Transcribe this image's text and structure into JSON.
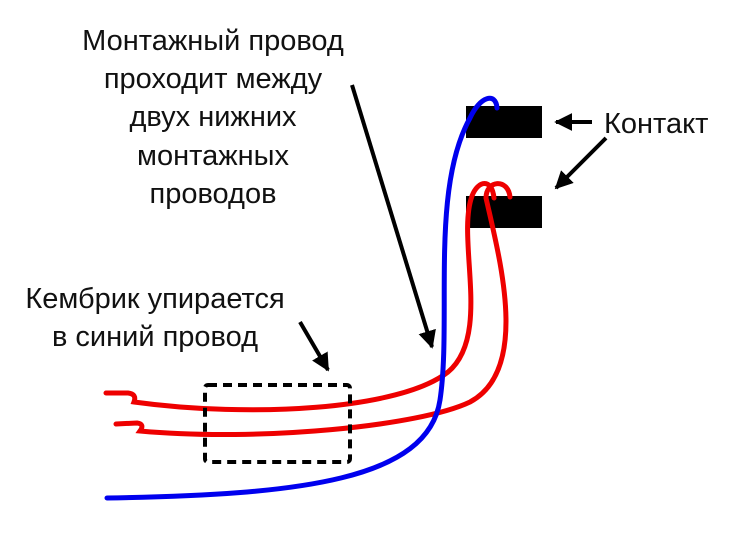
{
  "labels": {
    "wire_note": [
      "Монтажный провод",
      "проходит между",
      "двух нижних",
      "монтажных",
      "проводов"
    ],
    "contact": "Контакт",
    "sleeve_note": [
      "Кембрик упирается",
      "в синий провод"
    ]
  },
  "colors": {
    "blue_wire": "#0000ee",
    "red_wire": "#ee0000",
    "contact": "#000000"
  }
}
